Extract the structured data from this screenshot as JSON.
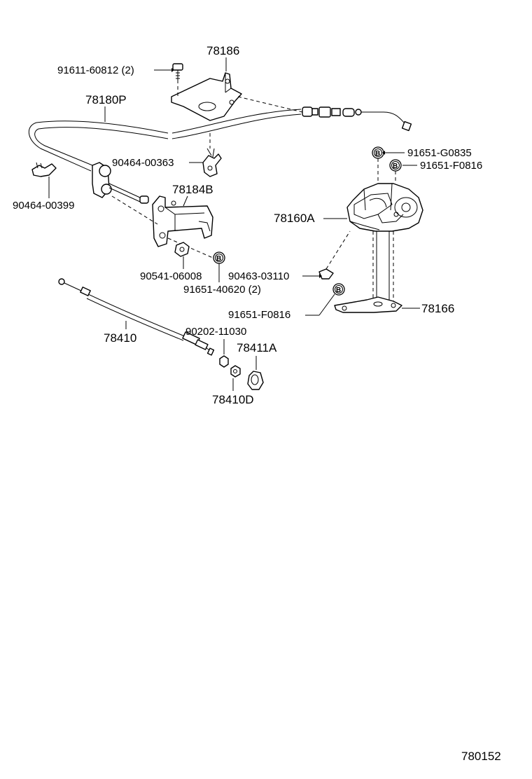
{
  "labels": {
    "p78186": "78186",
    "p91611": "91611-60812 (2)",
    "p78180P": "78180P",
    "p90464_363": "90464-00363",
    "p90464_399": "90464-00399",
    "p78184B": "78184B",
    "p90541": "90541-06008",
    "p91651_40620": "91651-40620 (2)",
    "p91651_G0835": "91651-G0835",
    "p91651_F0816_top": "91651-F0816",
    "p78160A": "78160A",
    "p90463": "90463-03110",
    "p91651_F0816_bot": "91651-F0816",
    "p78166": "78166",
    "p78410": "78410",
    "p90202": "90202-11030",
    "p78411A": "78411A",
    "p78410D": "78410D",
    "figure_no": "780152"
  },
  "bolt_marker": "B"
}
